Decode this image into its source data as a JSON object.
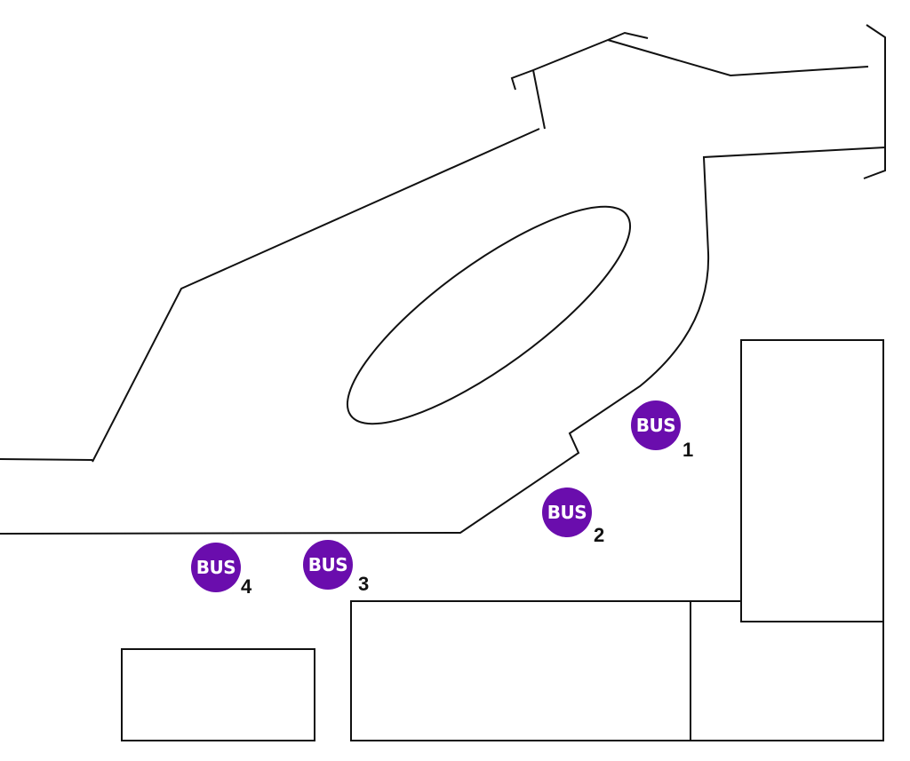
{
  "colors": {
    "bus_stop": "#6a0dad",
    "lines": "#111111"
  },
  "bus_stops": [
    {
      "icon_label": "BUS",
      "number": "1"
    },
    {
      "icon_label": "BUS",
      "number": "2"
    },
    {
      "icon_label": "BUS",
      "number": "3"
    },
    {
      "icon_label": "BUS",
      "number": "4"
    }
  ]
}
